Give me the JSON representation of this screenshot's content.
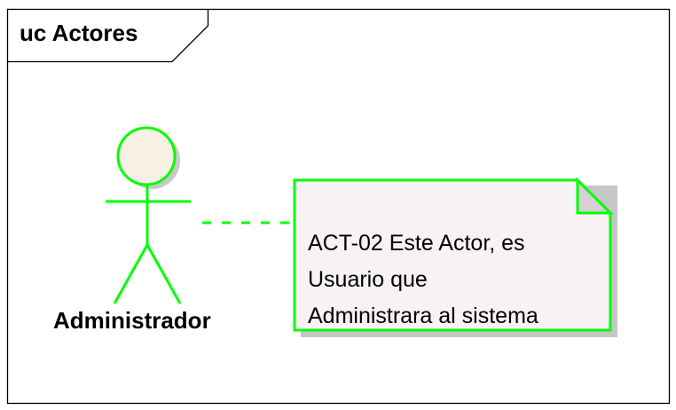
{
  "frame": {
    "title": "uc Actores"
  },
  "actor": {
    "name": "Administrador",
    "line_color": "#00ff00",
    "head_fill": "#f8f0e4"
  },
  "note": {
    "lines": [
      "ACT-02 Este Actor, es",
      "Usuario que",
      "Administrara al sistema"
    ],
    "border_color": "#00ff00",
    "fill_color": "#f6f2f6"
  },
  "connector": {
    "style": "dashed",
    "color": "#00ff00"
  }
}
